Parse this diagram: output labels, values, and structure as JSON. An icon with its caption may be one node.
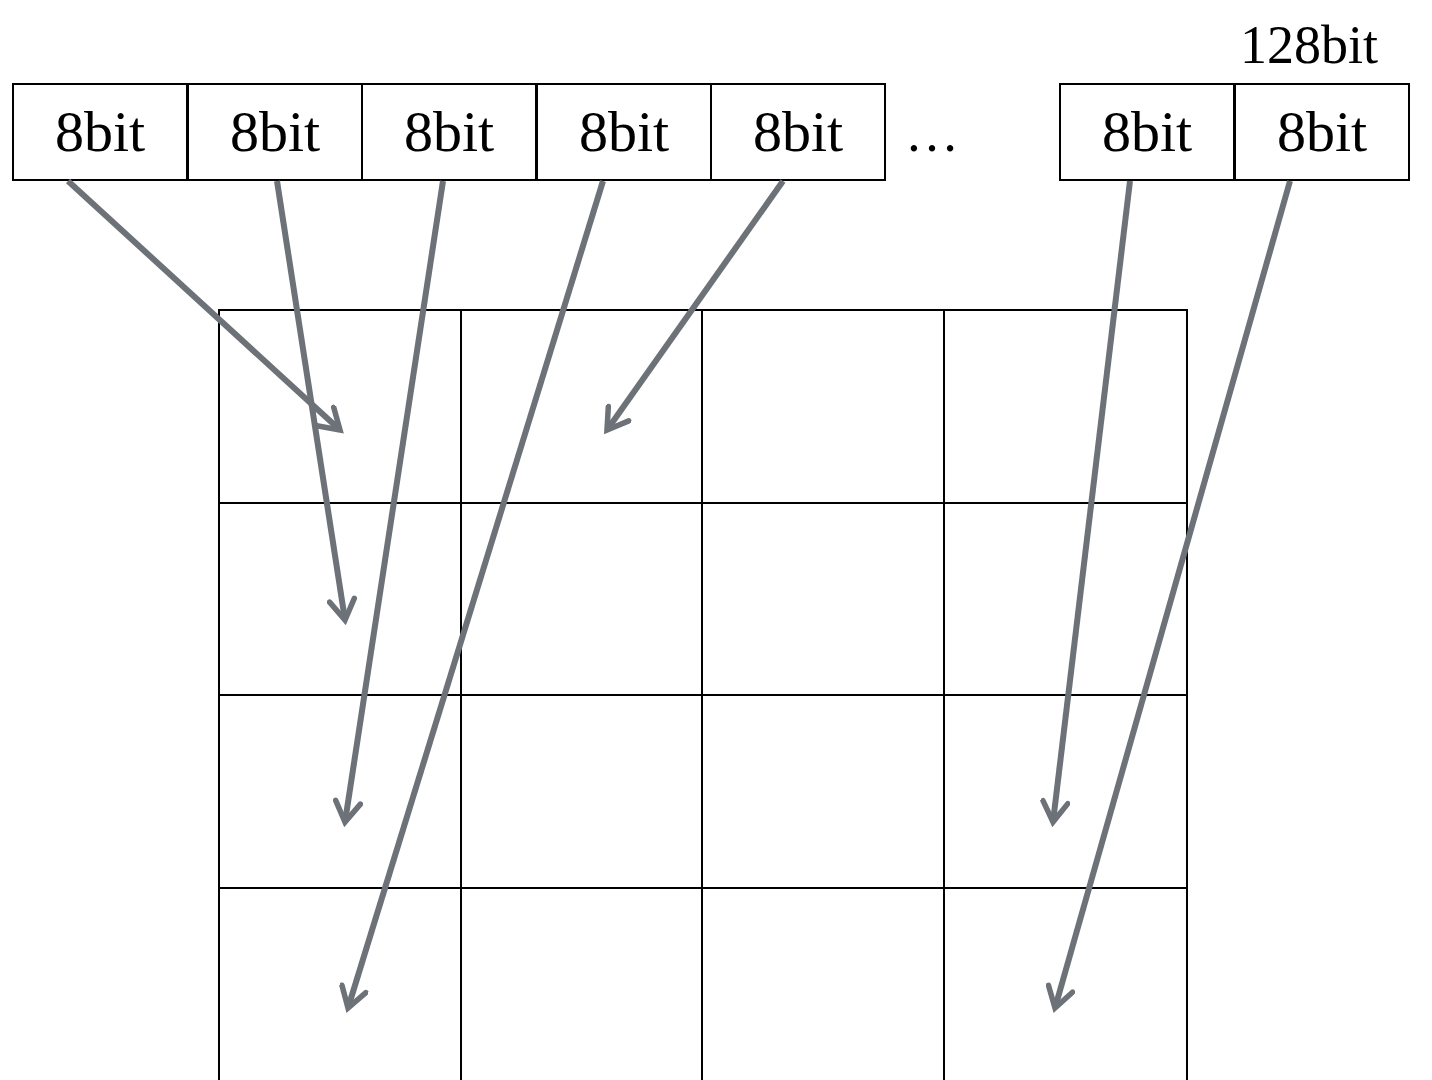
{
  "diagram": {
    "nodes": [
      {
        "text": [
          "8bit"
        ]
      },
      {
        "text": [
          "8bit"
        ]
      },
      {
        "text": [
          "8bit"
        ]
      },
      {
        "text": [
          "8bit"
        ]
      },
      {
        "text": [
          "8bit"
        ]
      },
      {
        "text": [
          "8bit"
        ]
      },
      {
        "text": [
          "8bit"
        ]
      },
      {
        "text": [],
        "shape": "box"
      }
    ],
    "edges": [
      {
        "from": 0,
        "to": 7,
        "arrow": "to"
      },
      {
        "from": 1,
        "to": 7,
        "arrow": "to"
      },
      {
        "from": 2,
        "to": 7,
        "arrow": "to"
      },
      {
        "from": 3,
        "to": 7,
        "arrow": "to"
      },
      {
        "from": 4,
        "to": 7,
        "arrow": "to"
      },
      {
        "from": 5,
        "to": 7,
        "arrow": "to"
      },
      {
        "from": 6,
        "to": 7,
        "arrow": "to"
      }
    ],
    "labels": [
      "128bit",
      "…"
    ]
  }
}
